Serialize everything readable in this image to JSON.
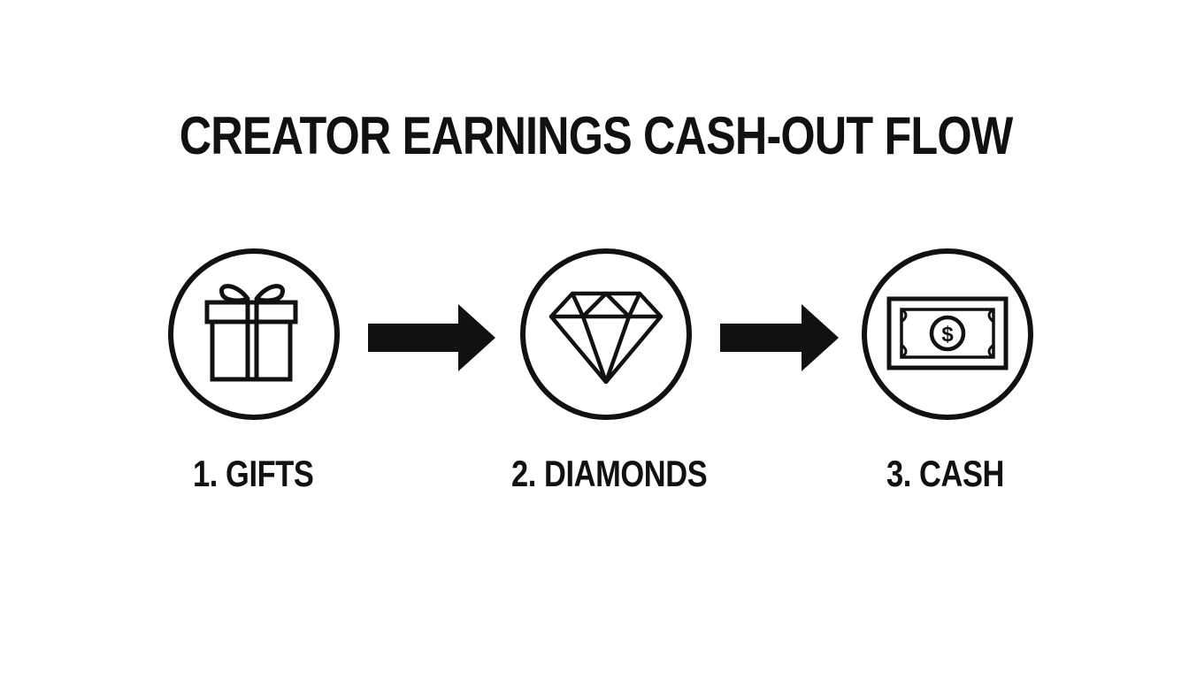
{
  "title": "CREATOR EARNINGS CASH-OUT FLOW",
  "steps": [
    {
      "label": "1. GIFTS",
      "icon": "gift-icon"
    },
    {
      "label": "2. DIAMONDS",
      "icon": "diamond-icon"
    },
    {
      "label": "3. CASH",
      "icon": "cash-bill-icon"
    }
  ],
  "colors": {
    "background": "#ffffff",
    "ink": "#111111"
  }
}
